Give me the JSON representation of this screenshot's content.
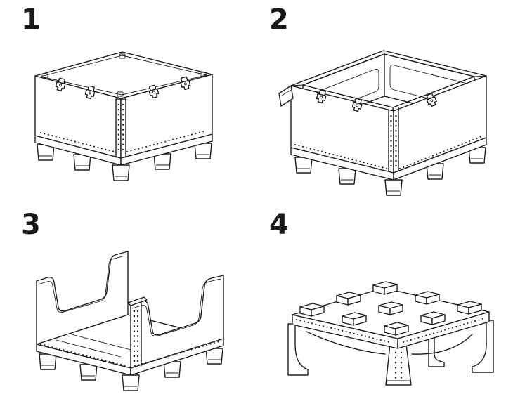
{
  "page": {
    "background_color": "#ffffff",
    "line_color": "#1f1f1f",
    "type": "assembly-instruction-diagram"
  },
  "steps": [
    {
      "number": "1",
      "illustration": "pallet-container-assembled-lid-closed"
    },
    {
      "number": "2",
      "illustration": "pallet-container-open-top-walls-up"
    },
    {
      "number": "3",
      "illustration": "pallet-container-side-walls-folded-down"
    },
    {
      "number": "4",
      "illustration": "pallet-container-fully-collapsed-flat"
    }
  ]
}
